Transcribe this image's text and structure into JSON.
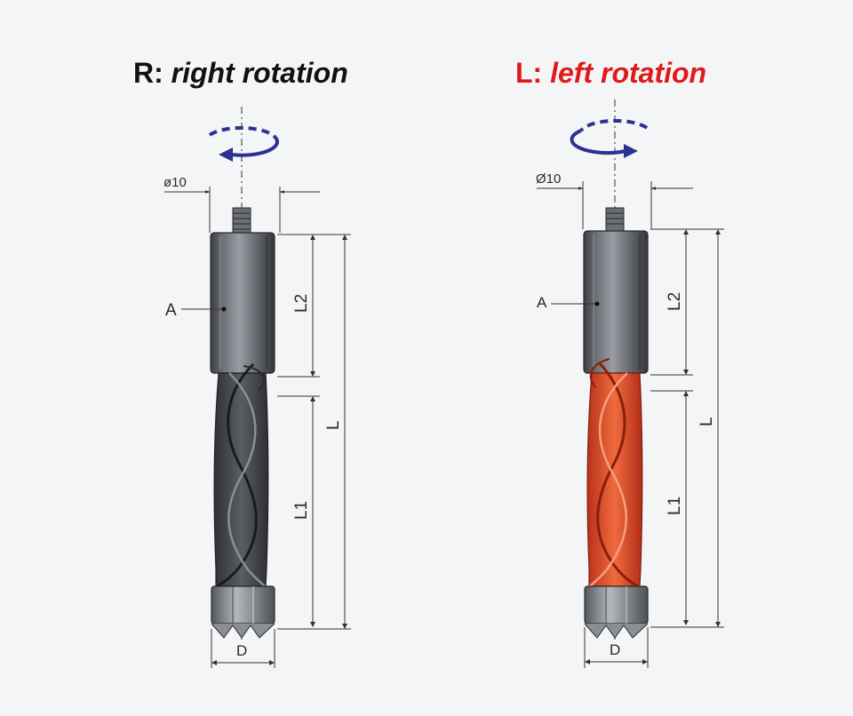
{
  "titles": {
    "right": {
      "key": "R:",
      "value": "right rotation",
      "color": "#111111"
    },
    "left": {
      "key": "L:",
      "value": "left rotation",
      "color": "#e0191b"
    }
  },
  "drills": {
    "right": {
      "diameter_label": "ø10",
      "label_A": "A",
      "label_L2": "L2",
      "label_L1": "L1",
      "label_L": "L",
      "label_D": "D",
      "body_color": "#4a4c52",
      "rotation": "right"
    },
    "left": {
      "diameter_label": "Ø10",
      "label_A": "A",
      "label_L2": "L2",
      "label_L1": "L1",
      "label_L": "L",
      "label_D": "D",
      "body_color": "#d8492b",
      "rotation": "left"
    }
  }
}
